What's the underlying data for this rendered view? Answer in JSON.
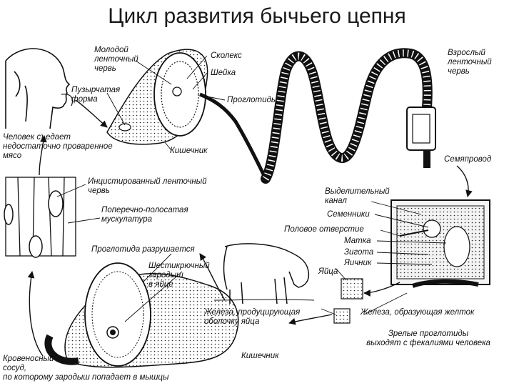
{
  "title": "Цикл развития бычьего цепня",
  "labels": {
    "young_worm": "Молодой\nленточный\nчервь",
    "scolex": "Сколекс",
    "neck": "Шейка",
    "proglottids": "Проглотиды",
    "adult_worm": "Взрослый\nленточный\nчервь",
    "bladder_form": "Пузырчатая\nформа",
    "person_eats": "Человек съедает\nнедостаточно проваренное\nмясо",
    "intestine_top": "Кишечник",
    "sperm_duct": "Семяпровод",
    "encysted_worm": "Инцистированный ленточный\nчервь",
    "striated_muscle": "Поперечно-полосатая\nмускулатура",
    "excretory_canal": "Выделительный\nканал",
    "testes": "Семенники",
    "genital_opening": "Половое отверстие",
    "uterus": "Матка",
    "zygote": "Зигота",
    "ovary": "Яичник",
    "proglottid_destroyed": "Проглотида разрушается",
    "six_hooked_embryo": "Шестикрючный\nзародыш\nв яйце",
    "eggs": "Яйца",
    "shell_gland": "Железа, продуцирующая\nоболочку яйца",
    "yolk_gland": "Железа, образующая желток",
    "mature_proglottids": "Зрелые проглотиды\nвыходят с фекалиями человека",
    "intestine_bottom": "Кишечник",
    "blood_vessel": "Кровеносный\nсосуд,\nпо которому зародыш попадает в мышцы"
  }
}
